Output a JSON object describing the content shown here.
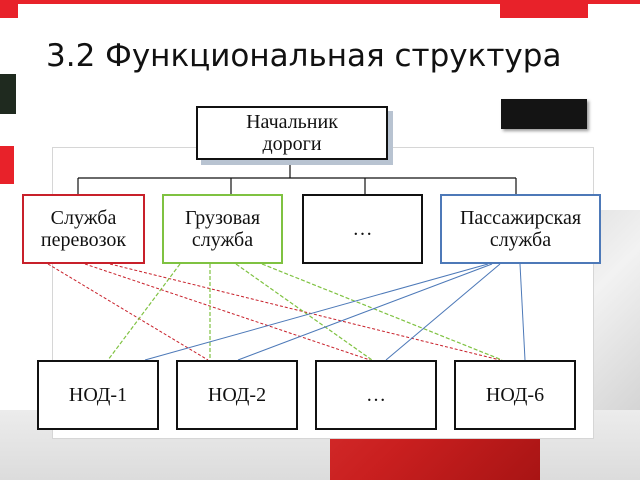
{
  "title": "3.2 Функциональная структура",
  "nodes": {
    "head": "Начальник\nдороги",
    "cargo_transport": "Служба\nперевозок",
    "freight": "Грузовая\nслужба",
    "services_more": "…",
    "passenger": "Пассажирская\nслужба",
    "nod1": "НОД-1",
    "nod2": "НОД-2",
    "nod_more": "…",
    "nod6": "НОД-6"
  },
  "colors": {
    "red": "#c8202a",
    "green": "#7fc241",
    "blue": "#4d79b8",
    "black": "#111111"
  }
}
